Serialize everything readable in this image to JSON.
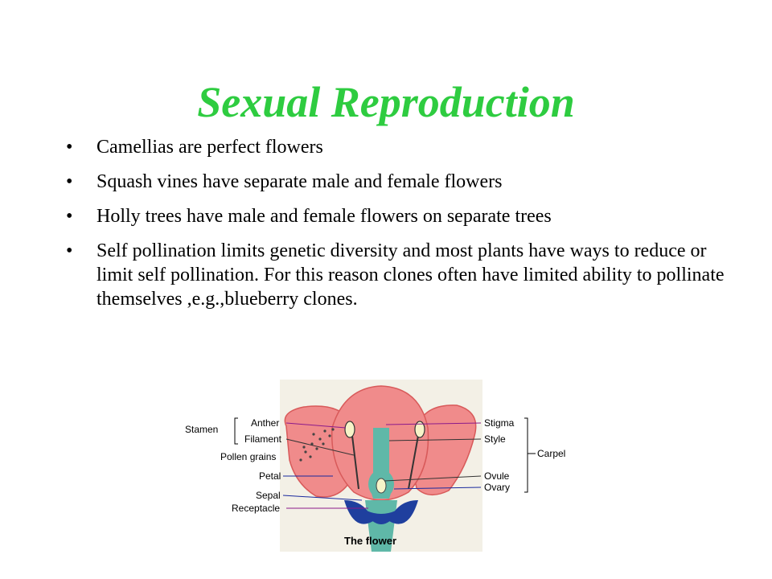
{
  "slide": {
    "title": "Sexual Reproduction",
    "title_color": "#2ecc40",
    "bullet_glyph": "•",
    "bullets": [
      "Camellias are perfect flowers",
      "Squash vines have separate male and female flowers",
      "Holly trees have male and female flowers on separate trees",
      "Self pollination limits genetic diversity and most plants have ways to reduce or limit self pollination.  For this reason clones often have limited ability to pollinate themselves ,e.g.,blueberry clones."
    ]
  },
  "diagram": {
    "caption": "The flower",
    "labels": {
      "stamen": "Stamen",
      "anther": "Anther",
      "filament": "Filament",
      "pollen_grains": "Pollen grains",
      "petal": "Petal",
      "sepal": "Sepal",
      "receptacle": "Receptacle",
      "stigma": "Stigma",
      "style": "Style",
      "carpel": "Carpel",
      "ovule": "Ovule",
      "ovary": "Ovary"
    },
    "colors": {
      "petal_fill": "#f08b8b",
      "petal_edge": "#d85a5a",
      "stem": "#5fb8a8",
      "sepal": "#1f3f9e",
      "background": "#f3f0e6"
    }
  }
}
